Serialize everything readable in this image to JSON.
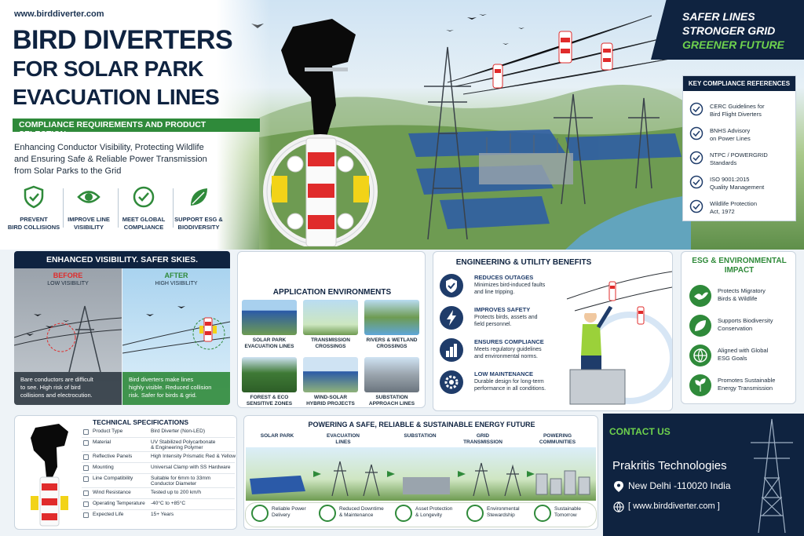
{
  "hero": {
    "url": "www.birddiverter.com",
    "title_line1": "BIRD DIVERTERS",
    "title_line2": "FOR SOLAR PARK",
    "title_line3": "EVACUATION LINES",
    "subtitle": "COMPLIANCE REQUIREMENTS AND PRODUCT SELECTION",
    "intro_line1": "Enhancing Conductor Visibility, Protecting Wildlife",
    "intro_line2": "and Ensuring Safe & Reliable Power Transmission",
    "intro_line3": "from Solar Parks to the Grid",
    "features": [
      {
        "l1": "PREVENT",
        "l2": "BIRD COLLISIONS",
        "icon": "shield-check-icon"
      },
      {
        "l1": "IMPROVE LINE",
        "l2": "VISIBILITY",
        "icon": "eye-icon"
      },
      {
        "l1": "MEET GLOBAL",
        "l2": "COMPLIANCE",
        "icon": "check-circle-icon"
      },
      {
        "l1": "SUPPORT ESG &",
        "l2": "BIODIVERSITY",
        "icon": "leaf-icon"
      }
    ]
  },
  "tagline": {
    "l1": "SAFER LINES",
    "l2": "STRONGER GRID",
    "l3": "GREENER FUTURE"
  },
  "compliance": {
    "title": "KEY COMPLIANCE REFERENCES",
    "items": [
      {
        "l1": "CERC Guidelines for",
        "l2": "Bird Flight Diverters"
      },
      {
        "l1": "BNHS Advisory",
        "l2": "on Power Lines"
      },
      {
        "l1": "NTPC / POWERGRID",
        "l2": "Standards"
      },
      {
        "l1": "ISO 9001:2015",
        "l2": "Quality Management"
      },
      {
        "l1": "Wildlife Protection",
        "l2": "Act, 1972"
      }
    ]
  },
  "visibility": {
    "title": "ENHANCED VISIBILITY. SAFER SKIES.",
    "before_label": "BEFORE",
    "before_sub": "LOW VISIBILITY",
    "before_cap1": "Bare conductors are difficult",
    "before_cap2": "to see. High risk of bird",
    "before_cap3": "collisions and electrocution.",
    "after_label": "AFTER",
    "after_sub": "HIGH VISIBILITY",
    "after_cap1": "Bird diverters make lines",
    "after_cap2": "highly visible. Reduced collision",
    "after_cap3": "risk. Safer for birds & grid."
  },
  "applications": {
    "title": "APPLICATION ENVIRONMENTS",
    "tiles": [
      {
        "l1": "SOLAR PARK",
        "l2": "EVACUATION LINES"
      },
      {
        "l1": "TRANSMISSION",
        "l2": "CROSSINGS"
      },
      {
        "l1": "RIVERS & WETLAND",
        "l2": "CROSSINGS"
      },
      {
        "l1": "FOREST & ECO",
        "l2": "SENSITIVE ZONES"
      },
      {
        "l1": "WIND-SOLAR",
        "l2": "HYBRID PROJECTS"
      },
      {
        "l1": "SUBSTATION",
        "l2": "APPROACH LINES"
      }
    ]
  },
  "engineering": {
    "title": "ENGINEERING & UTILITY BENEFITS",
    "items": [
      {
        "t": "REDUCES OUTAGES",
        "d1": "Minimizes bird-induced faults",
        "d2": "and line tripping.",
        "icon": "shield-check-icon"
      },
      {
        "t": "IMPROVES SAFETY",
        "d1": "Protects birds, assets and",
        "d2": "field personnel.",
        "icon": "lightning-icon"
      },
      {
        "t": "ENSURES COMPLIANCE",
        "d1": "Meets regulatory guidelines",
        "d2": "and environmental norms.",
        "icon": "bar-chart-icon"
      },
      {
        "t": "LOW MAINTENANCE",
        "d1": "Durable design for long-term",
        "d2": "performance in all conditions.",
        "icon": "gear-icon"
      }
    ]
  },
  "esg": {
    "title_l1": "ESG & ENVIRONMENTAL",
    "title_l2": "IMPACT",
    "items": [
      {
        "l1": "Protects Migratory",
        "l2": "Birds & Wildlife",
        "icon": "bird-icon"
      },
      {
        "l1": "Supports Biodiversity",
        "l2": "Conservation",
        "icon": "leaf-icon"
      },
      {
        "l1": "Aligned with Global",
        "l2": "ESG Goals",
        "icon": "globe-icon"
      },
      {
        "l1": "Promotes Sustainable",
        "l2": "Energy Transmission",
        "icon": "sprout-icon"
      }
    ]
  },
  "specs": {
    "title": "TECHNICAL SPECIFICATIONS",
    "rows": [
      {
        "k": "Product Type",
        "v": "Bird Diverter (Non-LED)",
        "v2": ""
      },
      {
        "k": "Material",
        "v": "UV Stabilized Polycarbonate",
        "v2": "& Engineering Polymer"
      },
      {
        "k": "Reflective Panels",
        "v": "High Intensity Prismatic Red & Yellow",
        "v2": ""
      },
      {
        "k": "Mounting",
        "v": "Universal Clamp with SS Hardware",
        "v2": ""
      },
      {
        "k": "Line Compatibility",
        "v": "Suitable for 6mm to 33mm",
        "v2": "Conductor Diameter"
      },
      {
        "k": "Wind Resistance",
        "v": "Tested up to 200 km/h",
        "v2": ""
      },
      {
        "k": "Operating Temperature",
        "v": "-40°C to +85°C",
        "v2": ""
      },
      {
        "k": "Expected Life",
        "v": "15+ Years",
        "v2": ""
      }
    ]
  },
  "power": {
    "title": "POWERING A SAFE, RELIABLE & SUSTAINABLE ENERGY FUTURE",
    "stages": [
      {
        "l1": "SOLAR PARK",
        "l2": ""
      },
      {
        "l1": "EVACUATION",
        "l2": "LINES"
      },
      {
        "l1": "SUBSTATION",
        "l2": ""
      },
      {
        "l1": "GRID",
        "l2": "TRANSMISSION"
      },
      {
        "l1": "POWERING",
        "l2": "COMMUNITIES"
      }
    ],
    "benefits": [
      {
        "l1": "Reliable Power",
        "l2": "Delivery",
        "icon": "shield-check-icon"
      },
      {
        "l1": "Reduced Downtime",
        "l2": "& Maintenance",
        "icon": "gear-icon"
      },
      {
        "l1": "Asset Protection",
        "l2": "& Longevity",
        "icon": "shield-check-icon"
      },
      {
        "l1": "Environmental",
        "l2": "Stewardship",
        "icon": "leaf-icon"
      },
      {
        "l1": "Sustainable",
        "l2": "Tomorrow",
        "icon": "leaf-icon"
      }
    ]
  },
  "contact": {
    "title": "CONTACT US",
    "company": "Prakritis Technologies",
    "address": "New Delhi -110020 India",
    "web": "[ www.birddiverter.com ]"
  },
  "colors": {
    "navy": "#0f2340",
    "green": "#2f8a3a",
    "lime": "#6ed14d",
    "red": "#e02b2b",
    "yellow": "#f2d318"
  }
}
